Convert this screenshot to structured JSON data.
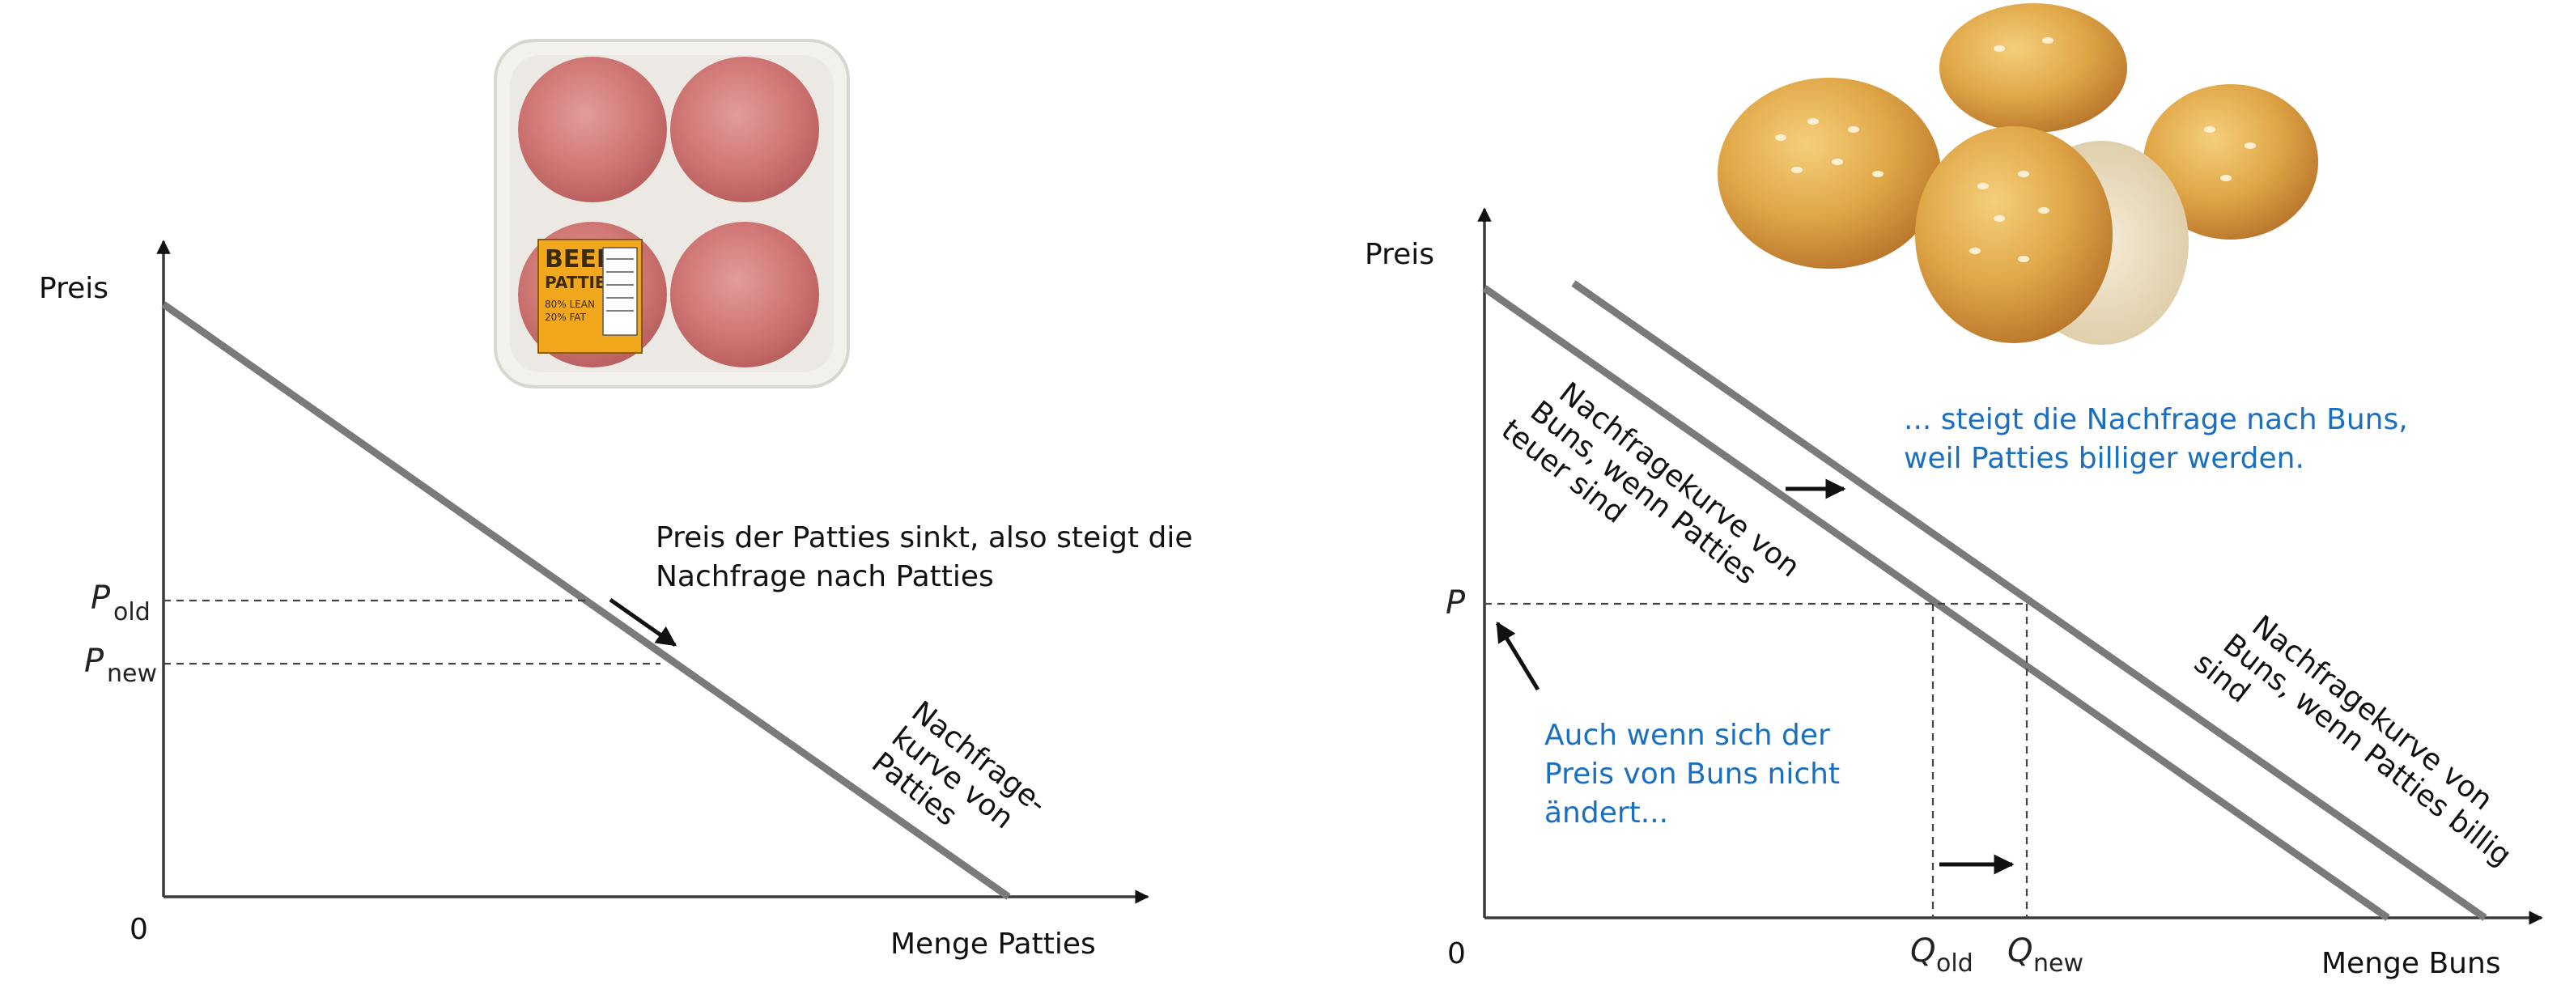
{
  "left_chart": {
    "y_axis_label": "Preis",
    "x_axis_label": "Menge Patties",
    "origin_label": "0",
    "p_old_symbol": "P",
    "p_old_sub": "old",
    "p_new_symbol": "P",
    "p_new_sub": "new",
    "annotation_line1": "Preis der Patties sinkt, also steigt die",
    "annotation_line2": "Nachfrage nach Patties",
    "curve_label_line1": "Nachfrage-",
    "curve_label_line2": "kurve von",
    "curve_label_line3": "Patties",
    "image": "beef-patties-package",
    "package_text_1": "BEEF",
    "package_text_2": "PATTIES",
    "package_text_3": "80% LEAN",
    "package_text_4": "20% FAT"
  },
  "right_chart": {
    "y_axis_label": "Preis",
    "x_axis_label": "Menge Buns",
    "origin_label": "0",
    "price_symbol": "P",
    "q_old_symbol": "Q",
    "q_old_sub": "old",
    "q_new_symbol": "Q",
    "q_new_sub": "new",
    "curve1_line1": "Nachfragekurve von",
    "curve1_line2": "Buns, wenn Patties",
    "curve1_line3": "teuer sind",
    "curve2_line1": "Nachfragekurve von",
    "curve2_line2": "Buns, wenn Patties billig",
    "curve2_line3": "sind",
    "blue_top_line1": "... steigt die Nachfrage nach Buns,",
    "blue_top_line2": "weil Patties billiger werden.",
    "blue_bottom_line1": "Auch wenn sich der",
    "blue_bottom_line2": "Preis von Buns nicht",
    "blue_bottom_line3": "ändert...",
    "image": "sesame-burger-buns"
  },
  "colors": {
    "curve": "#7a7a7a",
    "axis": "#3a3a3a",
    "blue_text": "#1a6fc0",
    "patty": "#c96a6a",
    "bun": "#d9a24a",
    "label": "#f2a81d"
  }
}
